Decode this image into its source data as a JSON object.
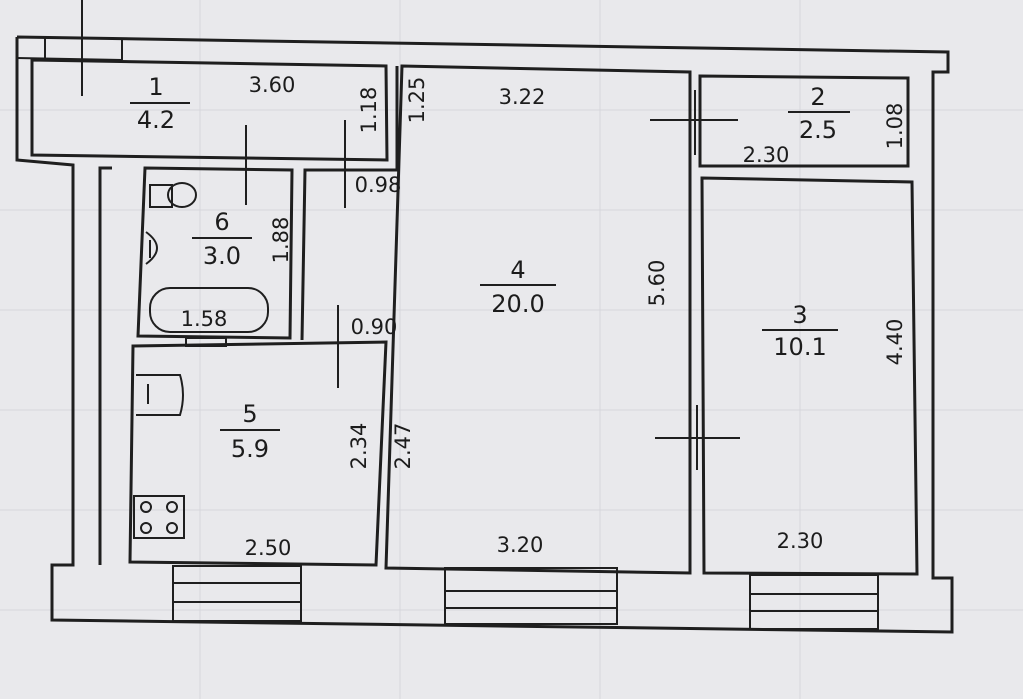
{
  "rooms": [
    {
      "number": "1",
      "area": "4.2"
    },
    {
      "number": "2",
      "area": "2.5"
    },
    {
      "number": "3",
      "area": "10.1"
    },
    {
      "number": "4",
      "area": "20.0"
    },
    {
      "number": "5",
      "area": "5.9"
    },
    {
      "number": "6",
      "area": "3.0"
    }
  ],
  "dimensions": {
    "balcony_length": "3.60",
    "balcony_depth": "1.18",
    "corridor_depth": "1.25",
    "corridor_width": "0.98",
    "living_top": "3.22",
    "living_length": "5.60",
    "living_bottom": "3.20",
    "pantry_width": "2.30",
    "pantry_depth": "1.08",
    "bedroom_length": "4.40",
    "bedroom_width": "2.30",
    "bath_length": "1.88",
    "bath_width": "1.58",
    "passage_width": "0.90",
    "kitchen_depth": "2.34",
    "kitchen_wall": "2.47",
    "kitchen_width": "2.50"
  },
  "colors": {
    "paper": "#e9e9ec",
    "ink": "#1f1f1f"
  }
}
